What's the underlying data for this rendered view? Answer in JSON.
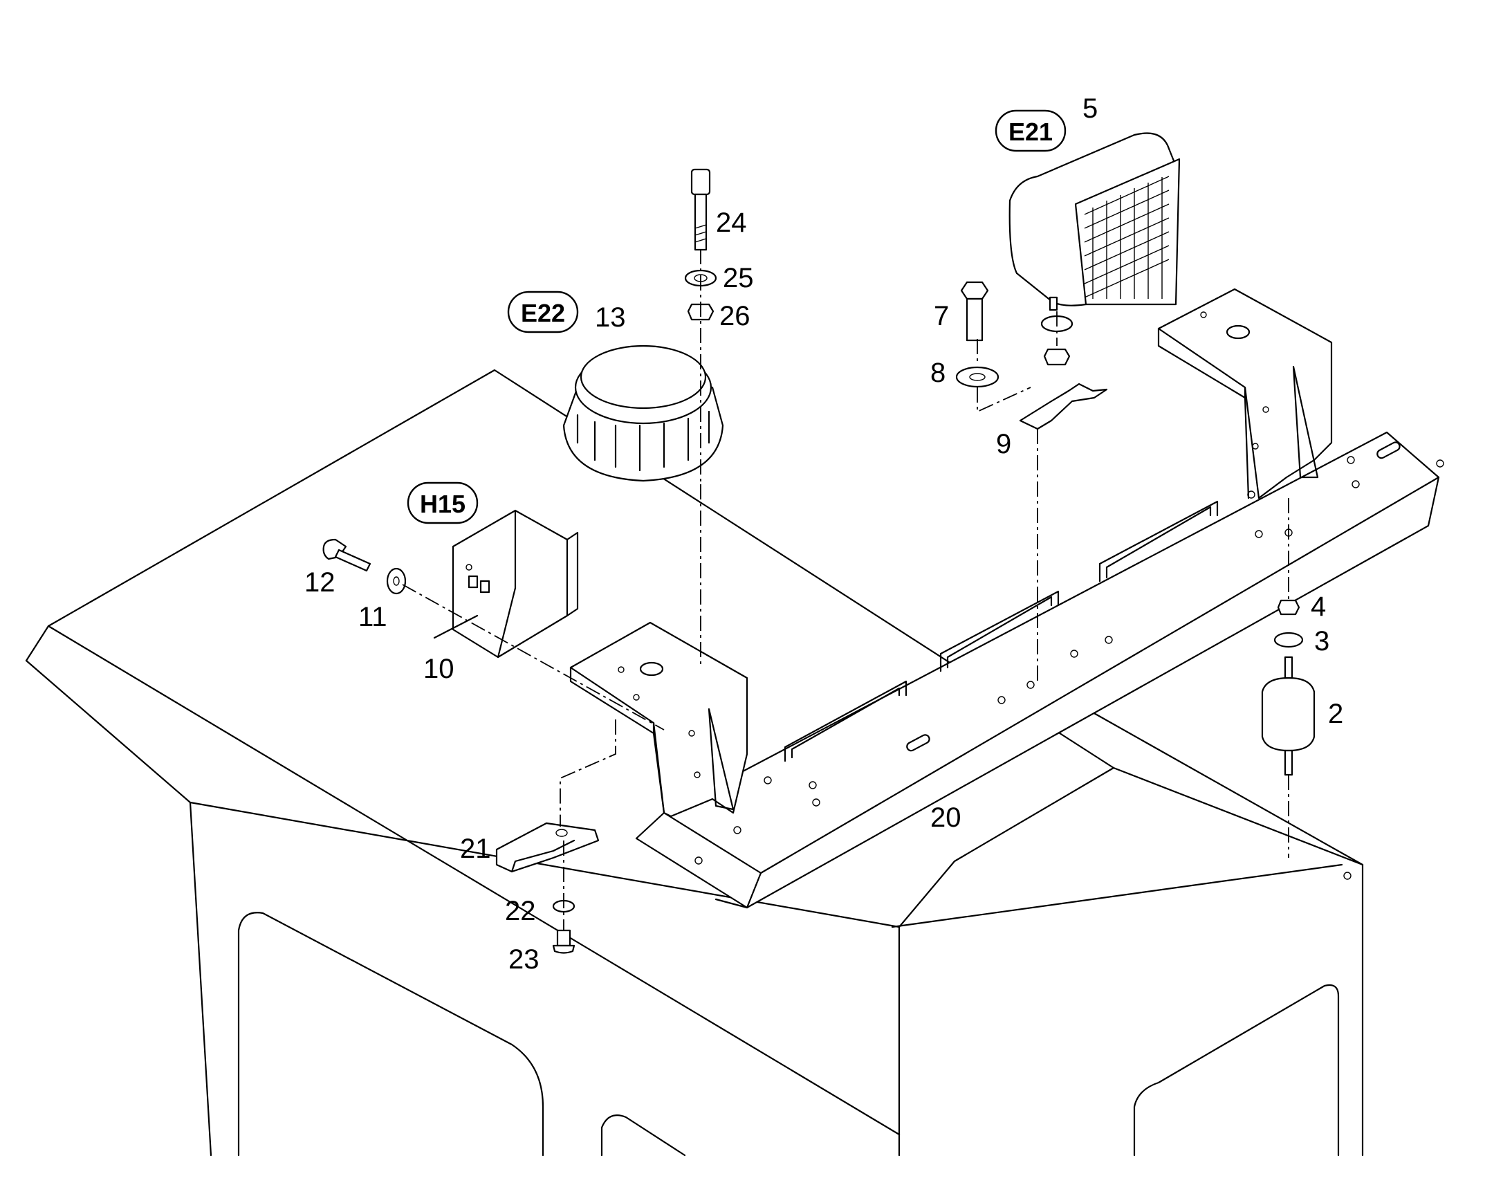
{
  "refs": {
    "e21": "E21",
    "e22": "E22",
    "h15": "H15"
  },
  "callouts": {
    "p2": "2",
    "p3": "3",
    "p4": "4",
    "p5": "5",
    "p7": "7",
    "p8": "8",
    "p9": "9",
    "p10": "10",
    "p11": "11",
    "p12": "12",
    "p13": "13",
    "p20": "20",
    "p21": "21",
    "p22": "22",
    "p23": "23",
    "p24": "24",
    "p25": "25",
    "p26": "26"
  }
}
